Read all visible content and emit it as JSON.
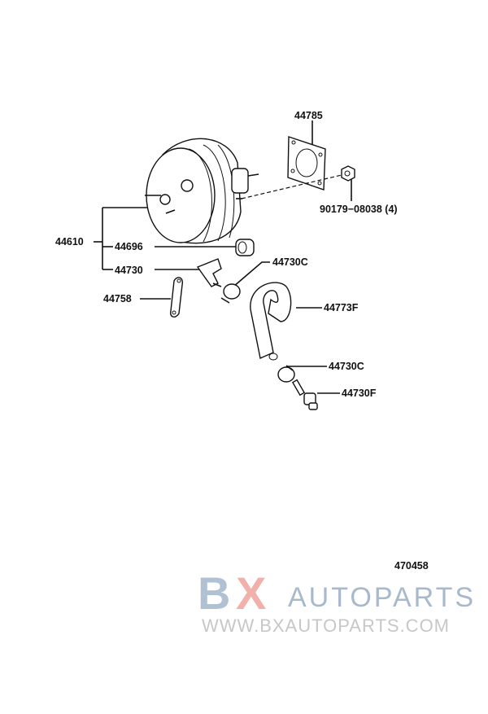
{
  "diagram": {
    "labels": {
      "p44785": "44785",
      "p90179": "90179−08038 (4)",
      "p44610": "44610",
      "p44696": "44696",
      "p44730": "44730",
      "p44758": "44758",
      "p44730c_top": "44730C",
      "p44773f": "44773F",
      "p44730c_bottom": "44730C",
      "p44730f": "44730F"
    },
    "illustration_number": "470458"
  },
  "watermark": {
    "logo_b": "B",
    "logo_x": "X",
    "logo_text": "AUTOPARTS",
    "url": "WWW.BXAUTOPARTS.COM",
    "colors": {
      "blue": "#9fb2c7",
      "red": "#f0a8a0",
      "gray": "#c2c2c2"
    }
  }
}
